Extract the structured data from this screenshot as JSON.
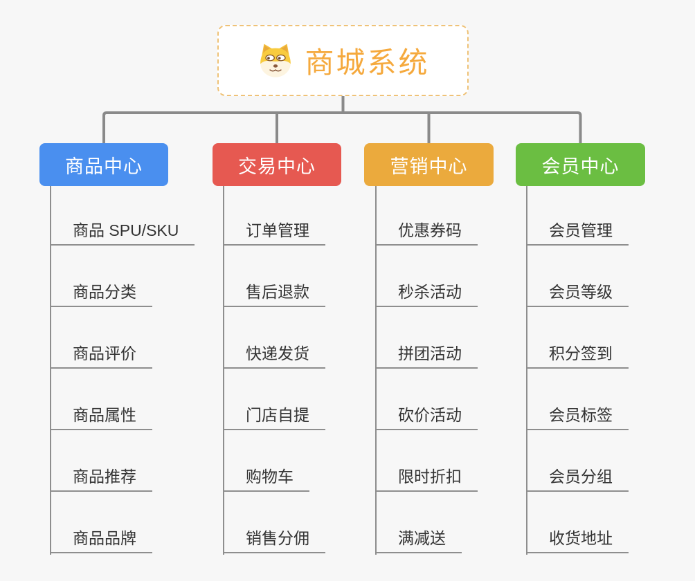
{
  "app": {
    "type": "mindmap-org-chart",
    "background_color": "#F7F7F7",
    "connector_color": "#8A8A8A",
    "subline_color": "#8E8E8E",
    "item_text_color": "#333333"
  },
  "root": {
    "title": "商城系统",
    "icon": "doge-icon",
    "text_color": "#F5A93D",
    "border_color": "#EFC277",
    "background": "#FFFFFF"
  },
  "branches": [
    {
      "label": "商品中心",
      "color": "#4A8FEF",
      "items": [
        "商品 SPU/SKU",
        "商品分类",
        "商品评价",
        "商品属性",
        "商品推荐",
        "商品品牌"
      ]
    },
    {
      "label": "交易中心",
      "color": "#E65951",
      "items": [
        "订单管理",
        "售后退款",
        "快递发货",
        "门店自提",
        "购物车",
        "销售分佣"
      ]
    },
    {
      "label": "营销中心",
      "color": "#EBAA3D",
      "items": [
        "优惠券码",
        "秒杀活动",
        "拼团活动",
        "砍价活动",
        "限时折扣",
        "满减送"
      ]
    },
    {
      "label": "会员中心",
      "color": "#6BBE42",
      "items": [
        "会员管理",
        "会员等级",
        "积分签到",
        "会员标签",
        "会员分组",
        "收货地址"
      ]
    }
  ]
}
